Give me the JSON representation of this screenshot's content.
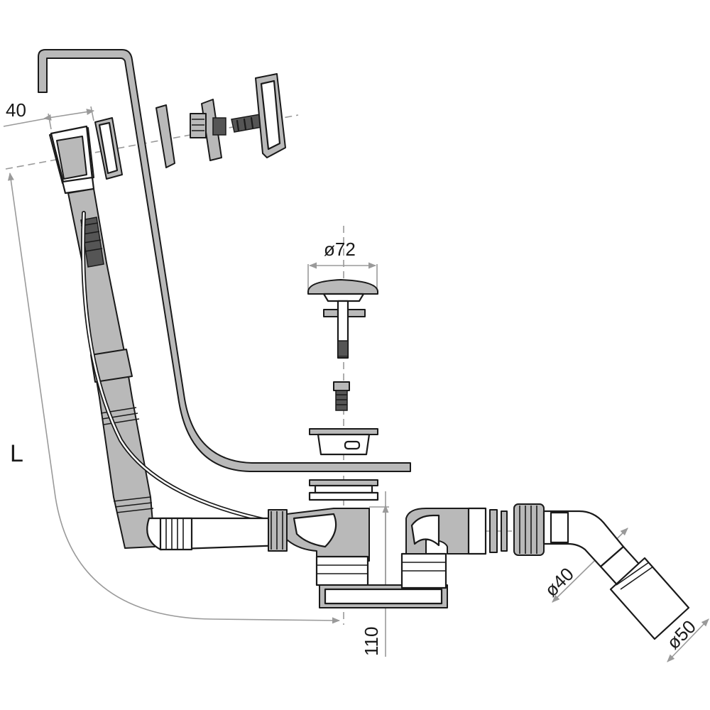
{
  "dimensions": {
    "overflow_spacing": "40",
    "length": "L",
    "plug_diameter": "ø72",
    "trap_height": "110",
    "pipe_inner_diameter": "ø40",
    "pipe_outer_diameter": "ø50"
  },
  "colors": {
    "outline": "#1a1a1a",
    "part_fill": "#b9b9b9",
    "dimension_line": "#9a9a9a"
  }
}
